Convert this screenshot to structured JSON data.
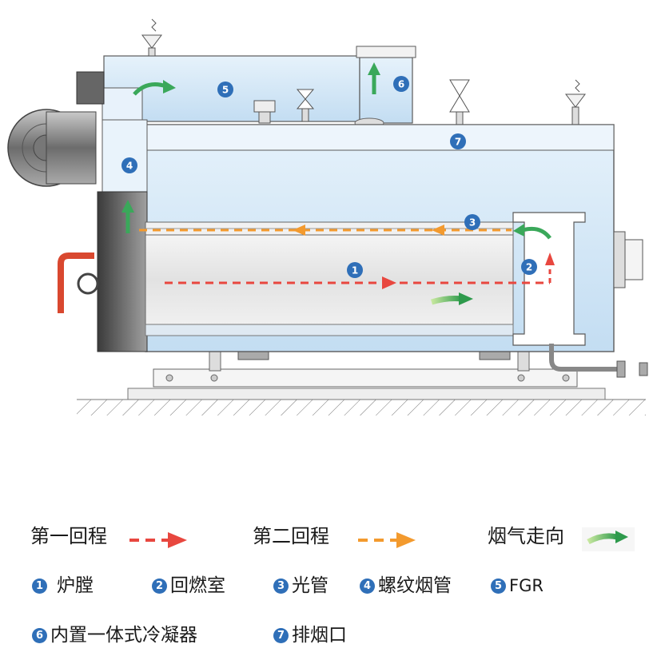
{
  "legend": {
    "pass1": {
      "label": "第一回程",
      "color": "#e8473f"
    },
    "pass2": {
      "label": "第二回程",
      "color": "#f39a2e"
    },
    "flow": {
      "label": "烟气走向",
      "color": "#3aa85a"
    }
  },
  "components": [
    {
      "num": "1",
      "label": "炉膛"
    },
    {
      "num": "2",
      "label": "回燃室"
    },
    {
      "num": "3",
      "label": "光管"
    },
    {
      "num": "4",
      "label": "螺纹烟管"
    },
    {
      "num": "5",
      "label": "FGR"
    },
    {
      "num": "6",
      "label": "内置一体式冷凝器"
    },
    {
      "num": "7",
      "label": "排烟口"
    }
  ],
  "colors": {
    "water": "#c9e2f5",
    "shell_outline": "#5a5a5a",
    "burner": "#8a8a8a",
    "badge": "#2f6fb8",
    "pipe_red": "#d9482f"
  }
}
